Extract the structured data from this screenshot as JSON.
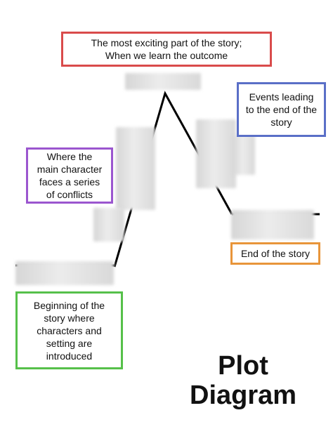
{
  "diagram": {
    "title": "Plot\nDiagram",
    "labels": {
      "climax": "The most exciting part of the story;\nWhen we learn the outcome",
      "falling_action": "Events leading\nto the end of the\nstory",
      "rising_action": "Where the\nmain character\nfaces a series\nof conflicts",
      "resolution": "End of the story",
      "exposition": "Beginning of the\nstory where\ncharacters and\nsetting are\nintroduced"
    },
    "colors": {
      "climax_border": "#d94b4b",
      "falling_action_border": "#5a6fc7",
      "rising_action_border": "#9b56cf",
      "resolution_border": "#e8953a",
      "exposition_border": "#56c04a",
      "plot_line": "#000000"
    }
  }
}
